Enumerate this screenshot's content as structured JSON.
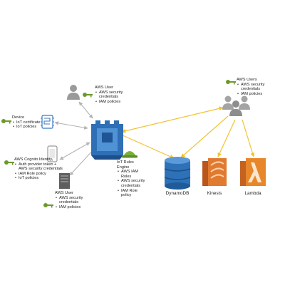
{
  "aws_user_top": {
    "title": "AWS User",
    "bullets": [
      "AWS security credentials",
      "IAM policies"
    ]
  },
  "aws_users_right": {
    "title": "AWS Users",
    "bullets": [
      "AWS security credentials",
      "IAM policies"
    ]
  },
  "device": {
    "title": "Device",
    "bullets": [
      "IoT certificate",
      "IoT policies"
    ]
  },
  "cognito": {
    "title": "AWS Cognito Identity",
    "bullets": [
      "Auth provider token + AWS security credentials",
      "IAM Role policy",
      "IoT policies"
    ]
  },
  "aws_user_bottom": {
    "title": "AWS User",
    "bullets": [
      "AWS security credentials",
      "IAM policies"
    ]
  },
  "rules_engine": {
    "title": "IoT Rules Engine",
    "bullets": [
      "AWS IAM Roles",
      "AWS security credentials",
      "IAM Role policy"
    ]
  },
  "services": {
    "dynamodb": "DynamoDB",
    "kinesis": "Kinesis",
    "lambda": "Lambda"
  },
  "colors": {
    "gateway": "#2f6fb6",
    "gateway_light": "#4f93d4",
    "dynamodb": "#2d72b8",
    "kinesis": "#d26a27",
    "lambda": "#e8872a",
    "key": "#6a9a2b",
    "hat": "#7ab03a",
    "gray_arrow": "#b3b3b3",
    "yellow_arrow": "#f2c231"
  },
  "icons": [
    "iot-gateway-icon",
    "user-icon",
    "users-group-icon",
    "key-icon",
    "chip-icon",
    "mobile-icon",
    "server-icon",
    "hard-hat-icon",
    "dynamodb-icon",
    "kinesis-icon",
    "lambda-icon"
  ]
}
